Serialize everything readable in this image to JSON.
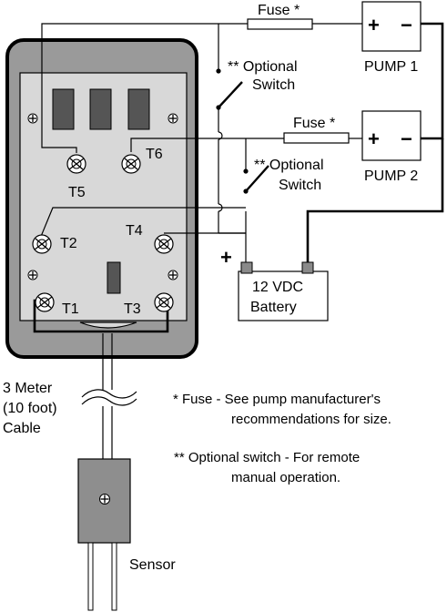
{
  "terminals": {
    "t1": "T1",
    "t2": "T2",
    "t3": "T3",
    "t4": "T4",
    "t5": "T5",
    "t6": "T6"
  },
  "pump1": {
    "label": "PUMP 1",
    "plus": "+",
    "minus": "−",
    "fuse_label": "Fuse *",
    "switch_label_line1": "** Optional",
    "switch_label_line2": "Switch"
  },
  "pump2": {
    "label": "PUMP 2",
    "plus": "+",
    "minus": "−",
    "fuse_label": "Fuse *",
    "switch_label_line1": "** Optional",
    "switch_label_line2": "Switch"
  },
  "battery": {
    "line1": "12 VDC",
    "line2": "Battery",
    "plus_mark": "+"
  },
  "cable": {
    "line1": "3 Meter",
    "line2": "(10 foot)",
    "line3": "Cable"
  },
  "sensor_label": "Sensor",
  "notes": {
    "fuse_line1": "* Fuse - See pump manufacturer's",
    "fuse_line2": "recommendations for size.",
    "switch_line1": "** Optional switch - For remote",
    "switch_line2": "manual operation."
  },
  "colors": {
    "housing_fill": "#9a9a9a",
    "panel_fill": "#d8d8d8",
    "display_fill": "#555555",
    "sensor_fill": "#8e8e8e",
    "line": "#000000"
  }
}
